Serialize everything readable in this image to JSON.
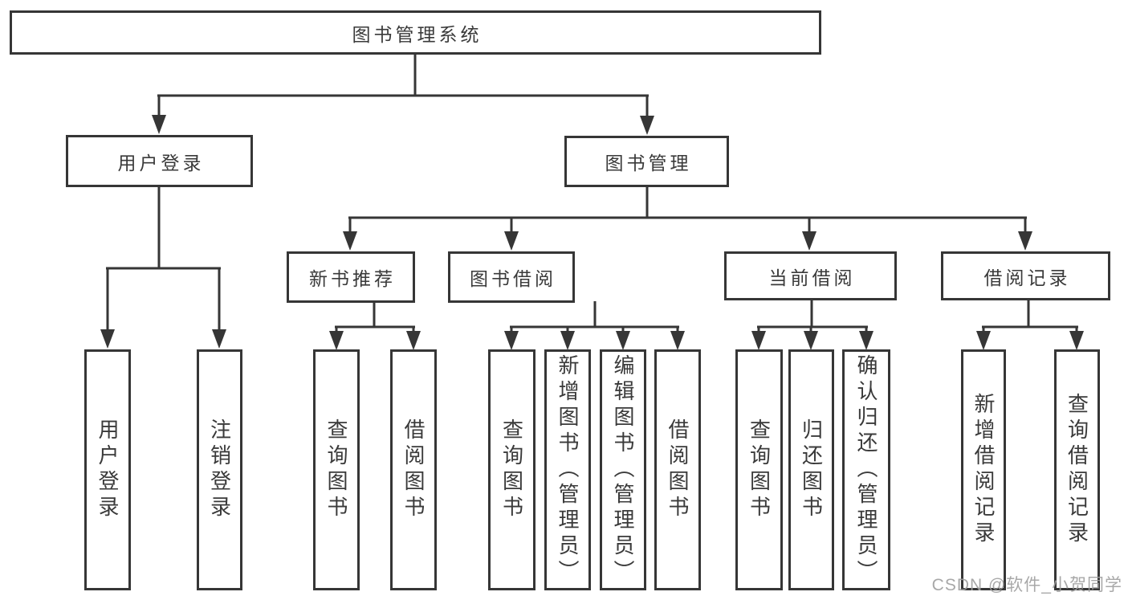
{
  "diagram": {
    "root": {
      "label": "图书管理系统"
    },
    "level2": {
      "user_login": {
        "label": "用户登录"
      },
      "book_management": {
        "label": "图书管理"
      }
    },
    "level3": {
      "new_book": {
        "label": "新书推荐"
      },
      "book_borrow": {
        "label": "图书借阅"
      },
      "current_borrow": {
        "label": "当前借阅"
      },
      "borrow_records": {
        "label": "借阅记录"
      }
    },
    "leaves": {
      "login": [
        "用户登录",
        "注销登录"
      ],
      "new_book": [
        "查询图书",
        "借阅图书"
      ],
      "book_borrow": [
        "查询图书",
        "新增图书（管理员）",
        "编辑图书（管理员）",
        "借阅图书"
      ],
      "current_borrow": [
        "查询图书",
        "归还图书",
        "确认归还（管理员）"
      ],
      "borrow_records": [
        "新增借阅记录",
        "查询借阅记录"
      ]
    }
  },
  "watermark": {
    "text": "CSDN @软件_小贺同学"
  },
  "colors": {
    "line": "#363636",
    "text": "#3a3a3a",
    "watermark": "#9e9e9e",
    "background": "#ffffff"
  }
}
